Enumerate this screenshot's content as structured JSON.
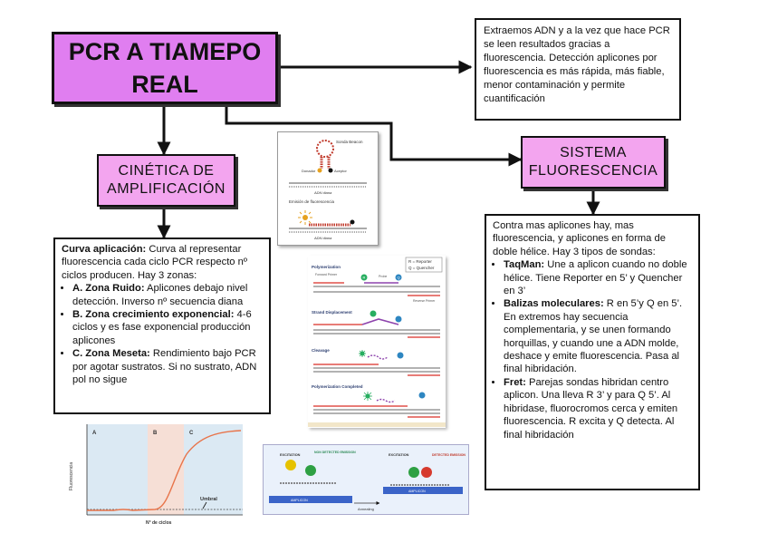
{
  "title": "PCR A TIAMEPO REAL",
  "intro_text": "Extraemos ADN y a la vez que hace PCR se leen resultados gracias a fluorescencia. Detección aplicones por fluorescencia es más rápida, más fiable, menor contaminación y permite cuantificación",
  "kinetics": {
    "heading": "CINÉTICA DE AMPLIFICACIÓN",
    "curve_label": "Curva aplicación:",
    "curve_text": " Curva al representar fluorescencia cada ciclo PCR respecto nº ciclos producen. Hay 3 zonas:",
    "zones": [
      {
        "label": "A. Zona Ruido:",
        "text": " Aplicones debajo nivel detección. Inverso nº secuencia diana"
      },
      {
        "label": "B. Zona crecimiento exponencial:",
        "text": " 4-6 ciclos y es fase exponencial producción aplicones"
      },
      {
        "label": "C. Zona Meseta:",
        "text": " Rendimiento bajo PCR por agotar sustratos. Si no sustrato, ADN pol no sigue"
      }
    ]
  },
  "fluorescence": {
    "heading": "SISTEMA FLUORESCENCIA",
    "intro": "Contra mas aplicones hay, mas fluorescencia, y aplicones en forma de doble hélice. Hay 3 tipos de sondas:",
    "probes": [
      {
        "label": "TaqMan:",
        "text": " Une a aplicon cuando no doble hélice. Tiene Reporter en 5’ y Quencher en 3’"
      },
      {
        "label": "Balizas moleculares:",
        "text": " R en 5’y Q en 5’. En extremos hay secuencia complementaria, y se unen formando horquillas, y cuando une a ADN molde, deshace y emite fluorescencia. Pasa al final hibridación."
      },
      {
        "label": "Fret:",
        "text": " Parejas sondas hibridan centro aplicon. Una lleva R 3’ y para Q 5’. Al hibridase, fluorocromos cerca y emiten fluorescencia. R excita y Q detecta. Al final hibridación"
      }
    ]
  },
  "beacon_fig": {
    "label_beacon": "Sonda Beacon",
    "label_donor": "Donador",
    "label_acceptor": "Aceptor",
    "label_dna1": "ADN diana",
    "label_emission": "Emisión de fluorescencia",
    "label_dna2": "ADN diana"
  },
  "taqman_fig": {
    "legend_r": "R = Reporter",
    "legend_q": "Q = Quencher",
    "steps": [
      "Polymerization",
      "Strand Displacement",
      "Cleavage",
      "Polymerization Completed"
    ],
    "forward_primer": "Forward Primer",
    "probe": "Probe",
    "reverse_primer": "Reverse Primer",
    "r": "R",
    "q": "Q"
  },
  "curve_fig": {
    "zone_a": "A",
    "zone_b": "B",
    "zone_c": "C",
    "ylabel": "Fluorescencia",
    "xlabel": "N° de ciclos",
    "threshold": "Umbral"
  },
  "fret_fig": {
    "excitation": "EXCITATION",
    "no_detected": "NON DETECTED EMISSION",
    "excitation2": "EXCITATION",
    "detected": "DETECTED EMISSION",
    "annealing": "Annealing",
    "amplicon": "AMPLICON",
    "amplicon2": "AMPLICON"
  },
  "colors": {
    "title_fill": "#e07ef0",
    "heading_fill": "#f3a5ef",
    "zone_a": "#dbe9f3",
    "zone_b": "#f6dfd6",
    "zone_c": "#dbe9f3",
    "curve": "#e8744a"
  }
}
